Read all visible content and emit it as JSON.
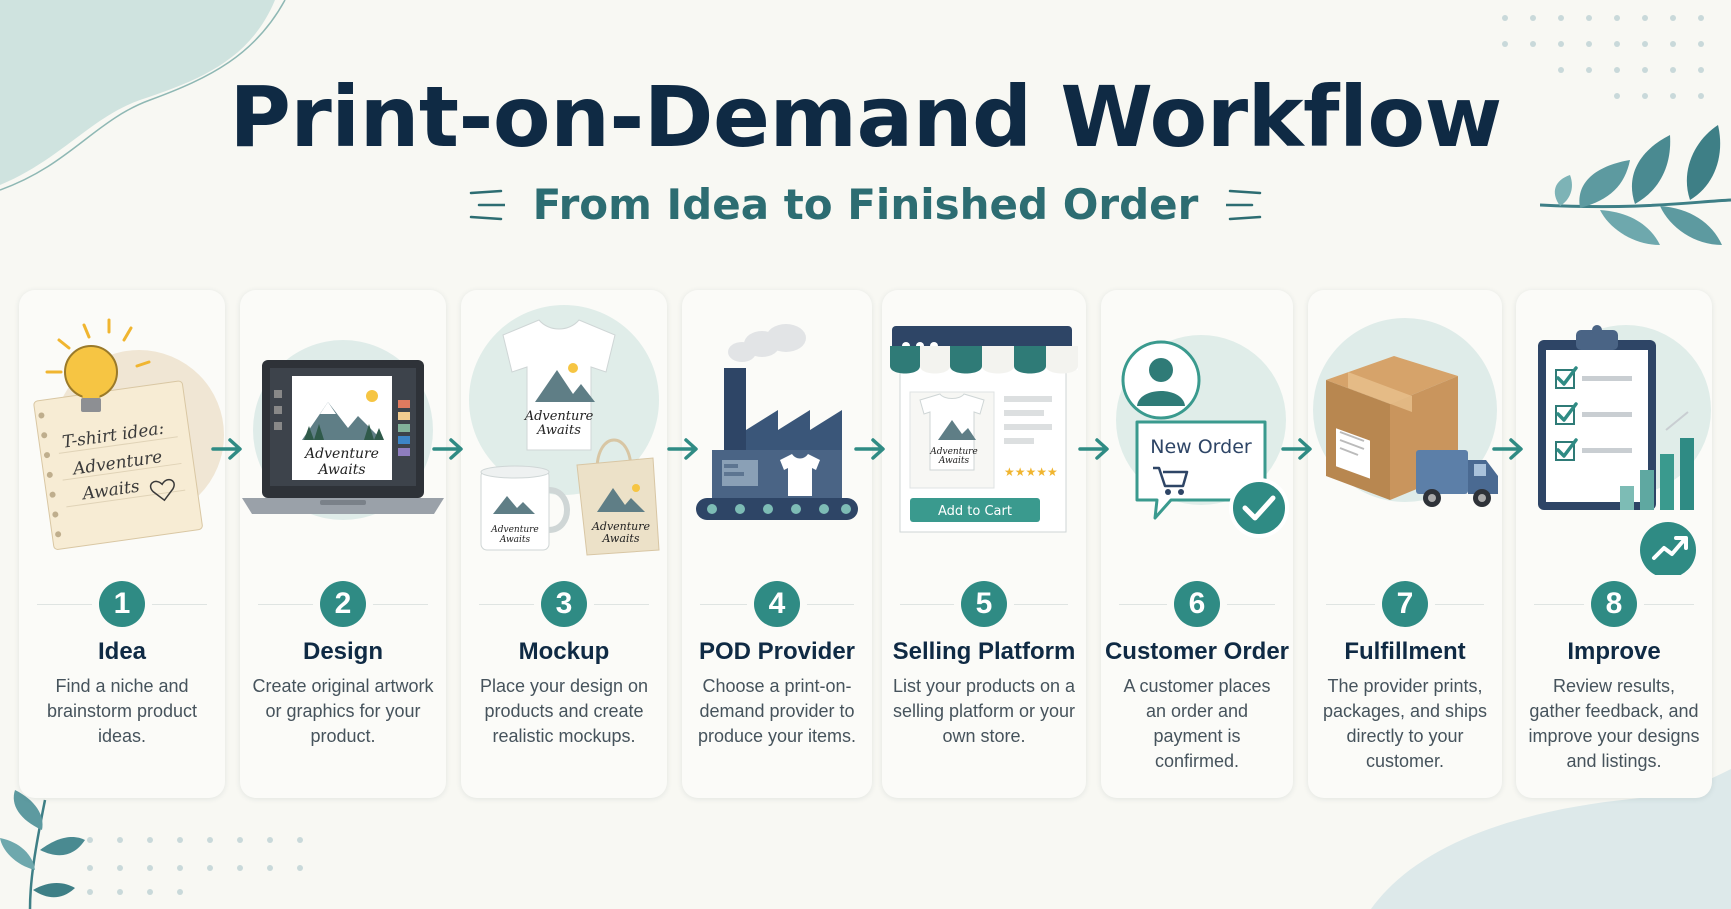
{
  "header": {
    "title": "Print-on-Demand Workflow",
    "subtitle": "From Idea to Finished Order"
  },
  "colors": {
    "accent": "#2f8b84",
    "title": "#0f2a44",
    "subtitle": "#2d6d72",
    "background": "#f8f8f3"
  },
  "steps": [
    {
      "number": "1",
      "title": "Idea",
      "description": "Find a niche and brainstorm product ideas.",
      "icon": "lightbulb-notepad-icon"
    },
    {
      "number": "2",
      "title": "Design",
      "description": "Create original artwork or graphics for your product.",
      "icon": "laptop-design-icon"
    },
    {
      "number": "3",
      "title": "Mockup",
      "description": "Place your design on products and create realistic mockups.",
      "icon": "product-mockups-icon"
    },
    {
      "number": "4",
      "title": "POD Provider",
      "description": "Choose a print-on-demand provider to produce your items.",
      "icon": "factory-icon"
    },
    {
      "number": "5",
      "title": "Selling Platform",
      "description": "List your products on a selling platform or your own store.",
      "icon": "storefront-icon"
    },
    {
      "number": "6",
      "title": "Customer Order",
      "description": "A customer places an order and payment is confirmed.",
      "icon": "customer-order-icon"
    },
    {
      "number": "7",
      "title": "Fulfillment",
      "description": "The provider prints, packages, and ships directly to your customer.",
      "icon": "box-truck-icon"
    },
    {
      "number": "8",
      "title": "Improve",
      "description": "Review results, gather feedback, and improve your designs and listings.",
      "icon": "clipboard-chart-icon"
    }
  ],
  "illustrations": {
    "note_line1": "T-shirt idea:",
    "note_line2": "Adventure",
    "note_line3": "Awaits",
    "design_text1": "Adventure",
    "design_text2": "Awaits",
    "store_button": "Add to Cart",
    "new_order": "New Order"
  }
}
